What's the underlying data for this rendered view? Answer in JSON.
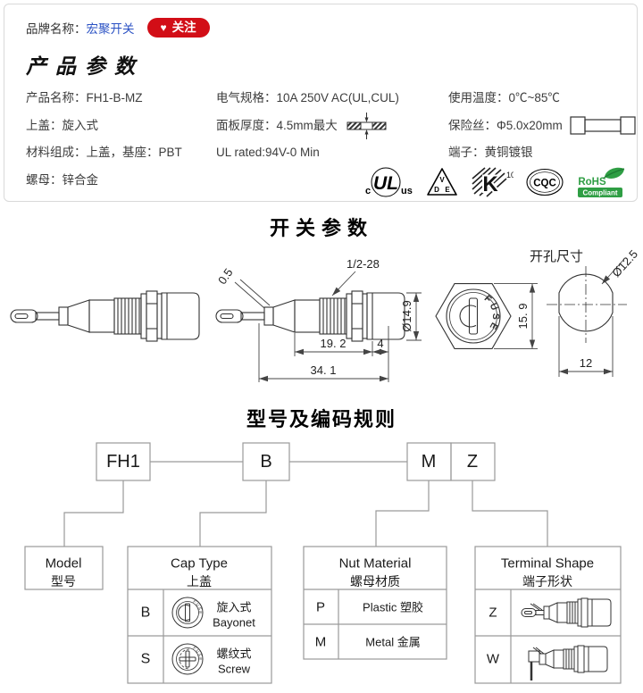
{
  "brand_bar": {
    "label": "品牌名称：",
    "brand_link": "宏聚开关",
    "heart_icon": "♥",
    "follow_label": "关注"
  },
  "product_params": {
    "heading": "产品参数",
    "col1": {
      "r1": "产品名称：FH1-B-MZ",
      "r2": "上盖：旋入式",
      "r3": "材料组成：上盖，基座：PBT",
      "r4": "螺母：锌合金"
    },
    "col2": {
      "r1": "电气规格：10A 250V AC(UL,CUL)",
      "r2": "面板厚度：4.5mm最大",
      "r3": "UL rated:94V-0 Min"
    },
    "col3": {
      "r1": "使用温度：0℃~85℃",
      "r2": "保险丝：Φ5.0x20mm",
      "r3": "端子：黄铜镀银"
    },
    "certifications": {
      "ul_c": "c",
      "ul": "UL",
      "ul_us": "us",
      "vde_v": "V",
      "vde_d": "D",
      "vde_e": "E",
      "k": "K",
      "k_10": "10",
      "cqc": "CQC",
      "rohs": "RoHS",
      "rohs_compliant": "Compliant"
    }
  },
  "switch_params": {
    "heading": "开关参数",
    "dims": {
      "thickness": "0.5",
      "thread": "1/2-28",
      "cap_dia": "Ø14.9",
      "body_len": "19. 2",
      "panel": "4",
      "total_len": "34. 1",
      "hex_width": "15. 9",
      "fuse_text": "FUSE",
      "hole_title": "开孔尺寸",
      "hole_dia": "Ø12.5",
      "hole_width": "12"
    }
  },
  "model_coding": {
    "heading": "型号及编码规则",
    "codes": {
      "model": "FH1",
      "cap": "B",
      "nut": "M",
      "terminal": "Z"
    },
    "model_box": {
      "en": "Model",
      "zh": "型号"
    },
    "cap_type": {
      "en": "Cap Type",
      "zh": "上盖",
      "rows": [
        {
          "code": "B",
          "zh": "旋入式",
          "en": "Bayonet"
        },
        {
          "code": "S",
          "zh": "螺纹式",
          "en": "Screw"
        }
      ]
    },
    "nut_material": {
      "en": "Nut Material",
      "zh": "螺母材质",
      "rows": [
        {
          "code": "P",
          "label": "Plastic 塑胶"
        },
        {
          "code": "M",
          "label": "Metal 金属"
        }
      ]
    },
    "terminal_shape": {
      "en": "Terminal Shape",
      "zh": "端子形状",
      "rows": [
        {
          "code": "Z"
        },
        {
          "code": "W"
        }
      ]
    }
  },
  "colors": {
    "brand_link": "#2b52c4",
    "follow_red": "#d20e17",
    "rohs_green": "#2f9e44",
    "line_gray": "#9a9a9a"
  }
}
